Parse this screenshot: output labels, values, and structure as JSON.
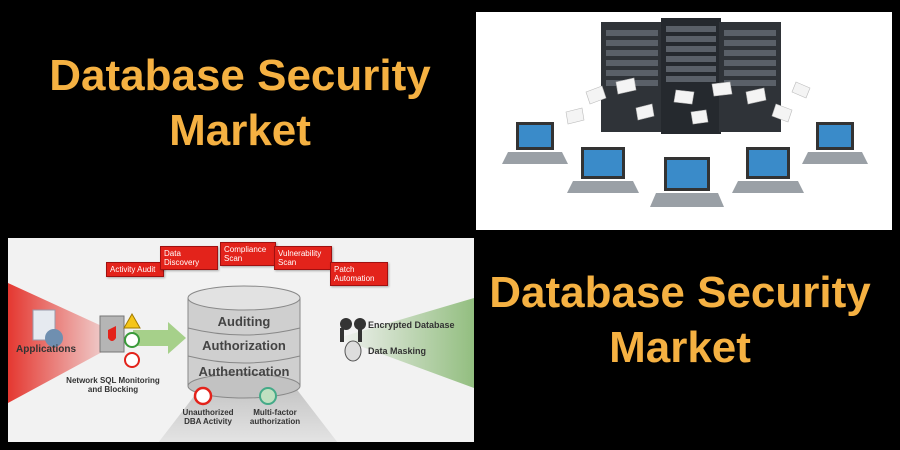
{
  "titles": {
    "top": {
      "line1": "Database Security",
      "line2": "Market"
    },
    "bottom": {
      "line1": "Database Security",
      "line2": "Market"
    }
  },
  "diagram": {
    "tags": {
      "activity_audit": "Activity Audit",
      "data_discovery": "Data Discovery",
      "compliance_scan": "Compliance Scan",
      "vulnerability_scan": "Vulnerability Scan",
      "patch_automation": "Patch Automation"
    },
    "layers": [
      "Auditing",
      "Authorization",
      "Authentication"
    ],
    "applications": "Applications",
    "network": "Network SQL Monitoring and Blocking",
    "encrypted": "Encrypted Database",
    "masking": "Data Masking",
    "unauthorized": "Unauthorized DBA Activity",
    "multifactor": "Multi-factor authorization"
  },
  "colors": {
    "title": "#f5b142",
    "tag_red": "#e3231b",
    "background": "#000000"
  }
}
